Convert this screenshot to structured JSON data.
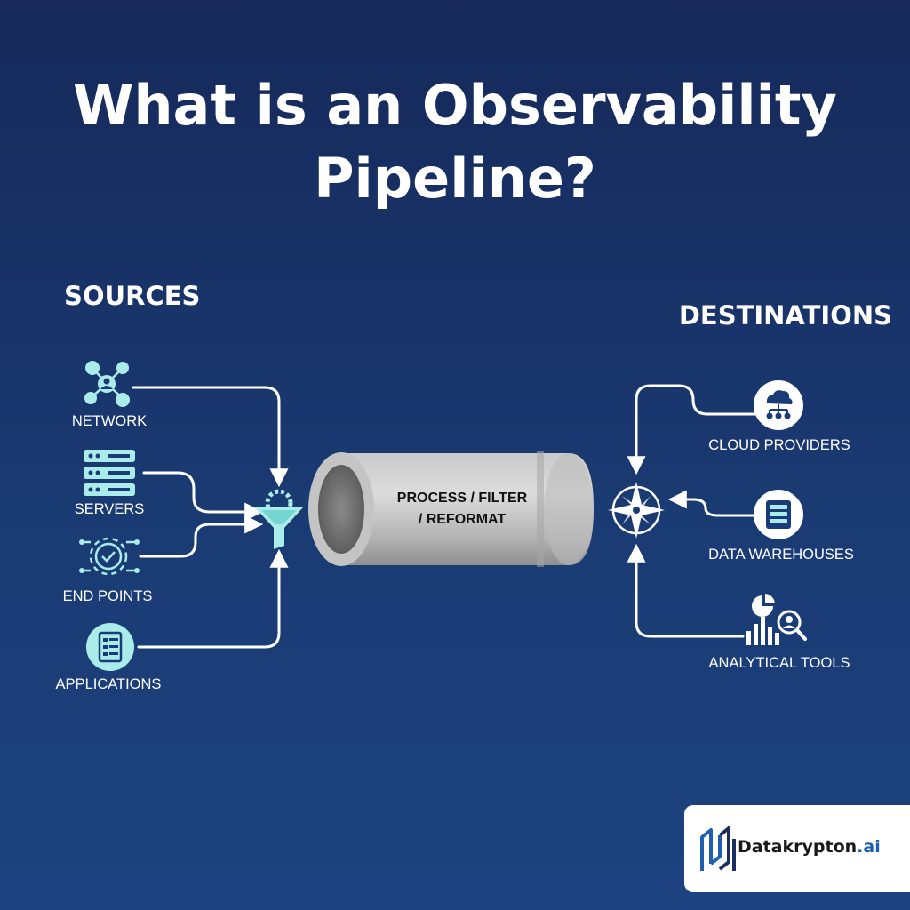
{
  "title": "What is an Observability Pipeline?",
  "sources": {
    "heading": "SOURCES",
    "items": [
      {
        "label": "NETWORK",
        "icon": "network-icon"
      },
      {
        "label": "SERVERS",
        "icon": "servers-icon"
      },
      {
        "label": "END POINTS",
        "icon": "endpoints-icon"
      },
      {
        "label": "APPLICATIONS",
        "icon": "applications-icon"
      }
    ]
  },
  "destinations": {
    "heading": "DESTINATIONS",
    "items": [
      {
        "label": "CLOUD PROVIDERS",
        "icon": "cloud-icon"
      },
      {
        "label": "DATA WAREHOUSES",
        "icon": "warehouse-icon"
      },
      {
        "label": "ANALYTICAL TOOLS",
        "icon": "analytics-icon"
      }
    ]
  },
  "pipe": {
    "line1": "PROCESS / FILTER",
    "line2": "/ REFORMAT"
  },
  "logo": {
    "name": "Datakrypton",
    "suffix": ".ai"
  },
  "colors": {
    "background_top": "#16295a",
    "background_bottom": "#1d4380",
    "icon_light": "#a9ece9",
    "icon_dark": "#1b3a78",
    "brand_blue": "#1f5fb0"
  }
}
